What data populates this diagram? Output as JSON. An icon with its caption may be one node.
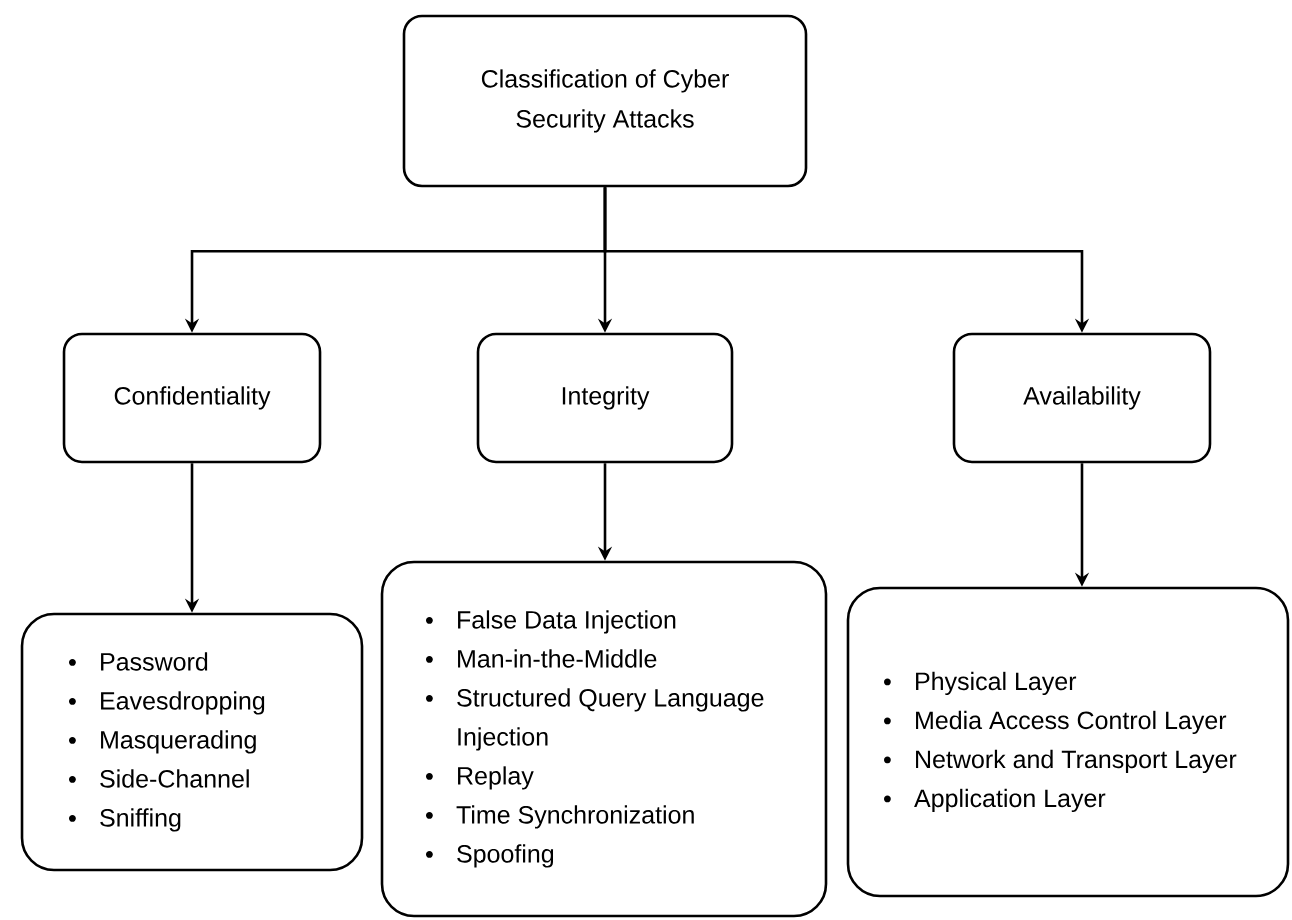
{
  "diagram": {
    "nodes": [
      {
        "text": [
          "Classification of Cyber Security Attacks"
        ]
      },
      {
        "text": [
          "Confidentiality"
        ]
      },
      {
        "text": [
          "Integrity"
        ]
      },
      {
        "text": [
          "Availability"
        ]
      },
      {
        "text": [
          "Password",
          "Eavesdropping",
          "Masquerading",
          "Side-Channel",
          "Sniffing"
        ]
      },
      {
        "text": [
          "False Data Injection",
          "Man-in-the-Middle",
          "Structured Query Language Injection",
          "Replay",
          "Time Synchronization",
          "Spoofing"
        ]
      },
      {
        "text": [
          "Physical Layer",
          "Media Access Control Layer",
          "Network and Transport Layer",
          "Application Layer"
        ]
      }
    ],
    "edges": [
      {
        "from": 0,
        "to": 1,
        "arrow": "to"
      },
      {
        "from": 0,
        "to": 2,
        "arrow": "to"
      },
      {
        "from": 0,
        "to": 3,
        "arrow": "to"
      },
      {
        "from": 1,
        "to": 4,
        "arrow": "to"
      },
      {
        "from": 2,
        "to": 5,
        "arrow": "to"
      },
      {
        "from": 3,
        "to": 6,
        "arrow": "to"
      }
    ]
  }
}
